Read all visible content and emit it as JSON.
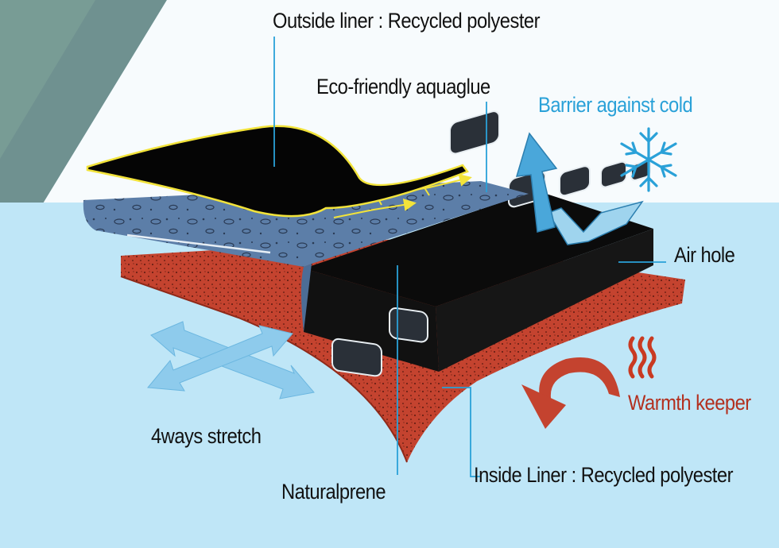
{
  "labels": {
    "outside_liner": "Outside liner : Recycled polyester",
    "aquaglue": "Eco-friendly aquaglue",
    "barrier": "Barrier against cold",
    "air_hole": "Air hole",
    "warmth": "Warmth keeper",
    "stretch": "4ways stretch",
    "naturalprene": "Naturalprene",
    "inside_liner": "Inside Liner : Recycled polyester"
  },
  "colors": {
    "sky_blue": "#bfe6f7",
    "label_blue": "#2aa1d8",
    "warmth_red": "#b3301f",
    "inside_liner_red": "#c4432f",
    "outside_liner_blue": "#5c7ea8",
    "naturalprene_black": "#0b0b0b",
    "glue_yellow": "#f2e33a"
  },
  "icons": [
    "snowflake-icon",
    "barrier-arrow-icon",
    "heat-waves-icon",
    "curved-arrow-icon",
    "stretch-arrows-icon"
  ]
}
